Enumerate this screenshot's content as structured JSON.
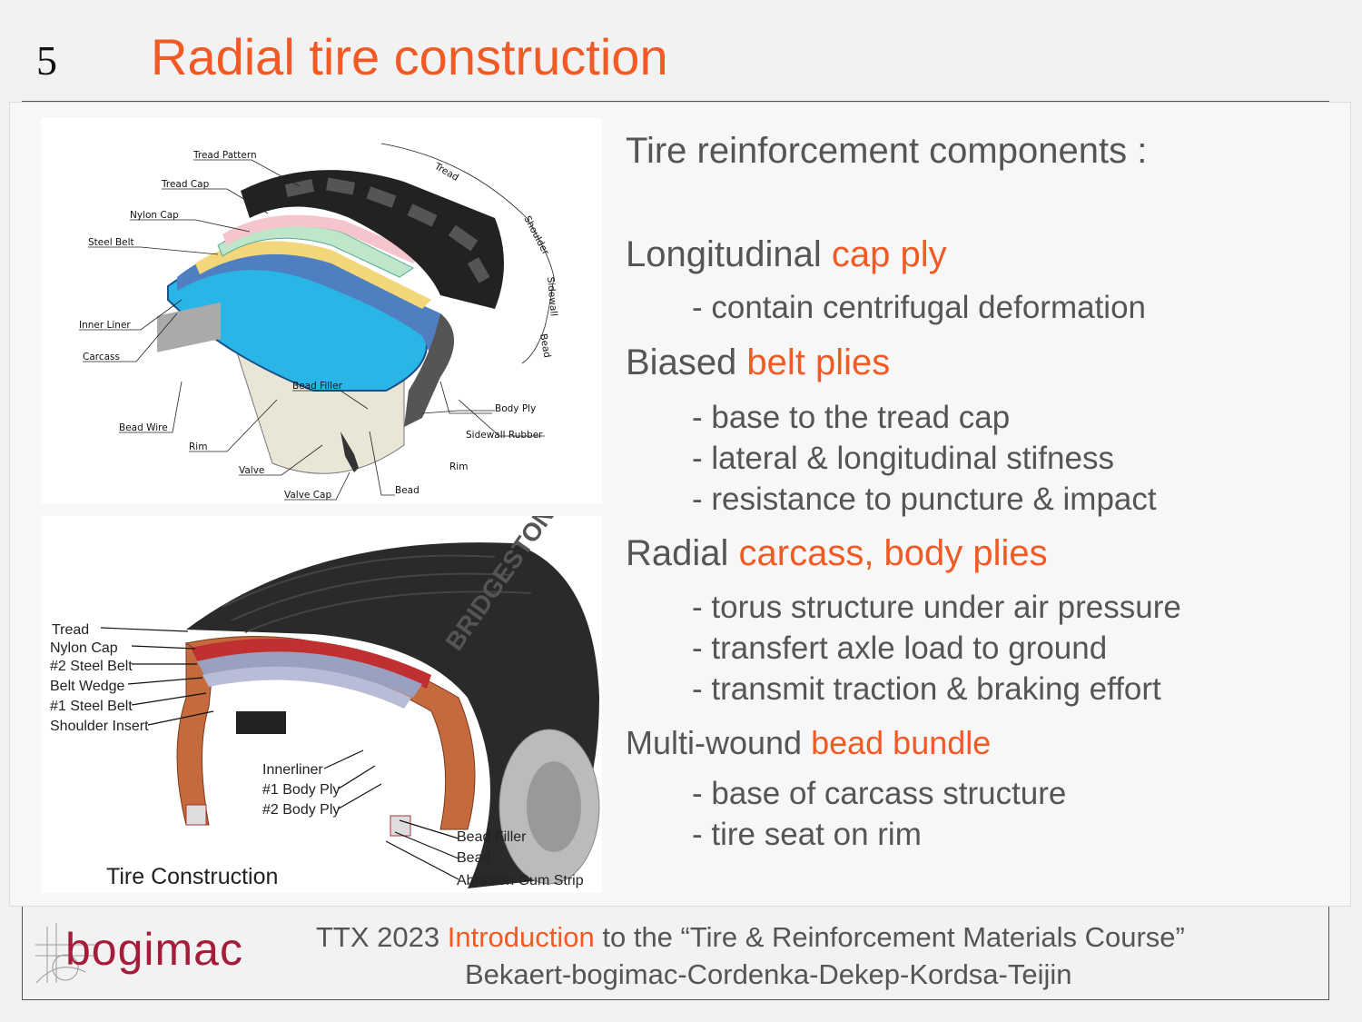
{
  "header": {
    "slide_number": "5",
    "title": "Radial tire construction"
  },
  "diagram1": {
    "labels": {
      "tread_pattern": "Tread Pattern",
      "tread_cap": "Tread Cap",
      "nylon_cap": "Nylon Cap",
      "steel_belt": "Steel Belt",
      "inner_liner": "Inner Liner",
      "carcass": "Carcass",
      "bead_wire": "Bead Wire",
      "rim_left": "Rim",
      "valve": "Valve",
      "valve_cap": "Valve Cap",
      "bead_filler": "Bead Filler",
      "bead": "Bead",
      "rim_right": "Rim",
      "sidewall_rubber": "Sidewall Rubber",
      "body_ply": "Body Ply",
      "tread": "Tread",
      "shoulder": "Shoulder",
      "sidewall": "Sidewall",
      "bead_side": "Bead"
    }
  },
  "diagram2": {
    "brand": "BRIDGESTONE",
    "caption": "Tire Construction",
    "labels": {
      "tread": "Tread",
      "nylon_cap": "Nylon Cap",
      "steel_belt_2": "#2 Steel Belt",
      "belt_wedge": "Belt Wedge",
      "steel_belt_1": "#1 Steel Belt",
      "shoulder_insert": "Shoulder Insert",
      "innerliner": "Innerliner",
      "body_ply_1": "#1 Body Ply",
      "body_ply_2": "#2 Body Ply",
      "bead_filler": "Bead Filler",
      "bead": "Bead",
      "abrasion_gum_strip": "Abrasion Gum Strip"
    }
  },
  "content": {
    "intro": "Tire reinforcement components :",
    "sections": [
      {
        "prefix": "Longitudinal ",
        "highlight": "cap  ply",
        "bullets": [
          "- contain centrifugal deformation"
        ]
      },
      {
        "prefix": "Biased ",
        "highlight": "belt plies",
        "bullets": [
          "- base to the tread cap",
          "- lateral & longitudinal stifness",
          "- resistance to puncture & impact"
        ]
      },
      {
        "prefix": "Radial ",
        "highlight": "carcass, body plies",
        "bullets": [
          "- torus structure under air pressure",
          "- transfert axle load to ground",
          "- transmit traction & braking effort"
        ]
      },
      {
        "prefix": "Multi-wound ",
        "highlight": "bead bundle",
        "bullets": [
          "- base of carcass structure",
          "- tire seat on rim"
        ]
      }
    ]
  },
  "footer": {
    "logo": "bogimac",
    "line1_prefix": "TTX 2023  ",
    "line1_highlight": "Introduction",
    "line1_suffix": " to the “Tire & Reinforcement Materials Course”",
    "line2": "Bekaert-bogimac-Cordenka-Dekep-Kordsa-Teijin"
  },
  "colors": {
    "accent": "#f15a24",
    "body_text": "#555555",
    "logo": "#a51d3a"
  }
}
